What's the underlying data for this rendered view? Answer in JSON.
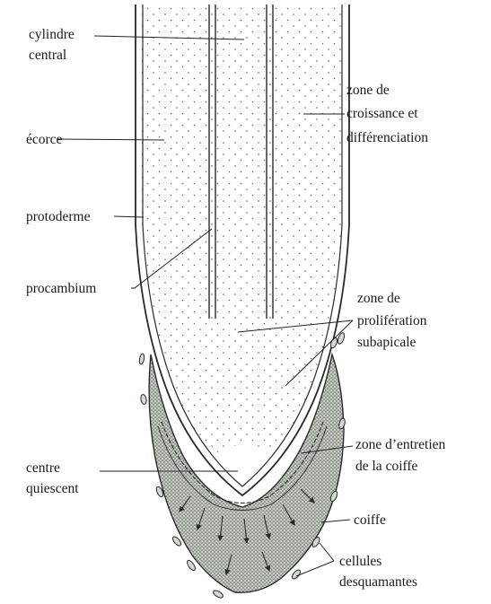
{
  "diagram": {
    "labels": {
      "cylindre_central": [
        "cylindre",
        "central"
      ],
      "ecorce": "écorce",
      "protoderme": "protoderme",
      "procambium": "procambium",
      "centre_quiescent": [
        "centre",
        "quiescent"
      ],
      "zone_croissance": [
        "zone de",
        "croissance et",
        "différenciation"
      ],
      "zone_proliferation": [
        "zone de",
        "prolifération",
        "subapicale"
      ],
      "zone_entretien": [
        "zone d’entretien",
        "de la coiffe"
      ],
      "coiffe": "coiffe",
      "cellules_desquamantes": [
        "cellules",
        "desquamantes"
      ]
    },
    "colors": {
      "ink": "#1a1a1a",
      "cap_fill": "#c9cfc6",
      "cap_stipple": "#4a5148",
      "root_stipple": "#5a5a5a"
    }
  }
}
